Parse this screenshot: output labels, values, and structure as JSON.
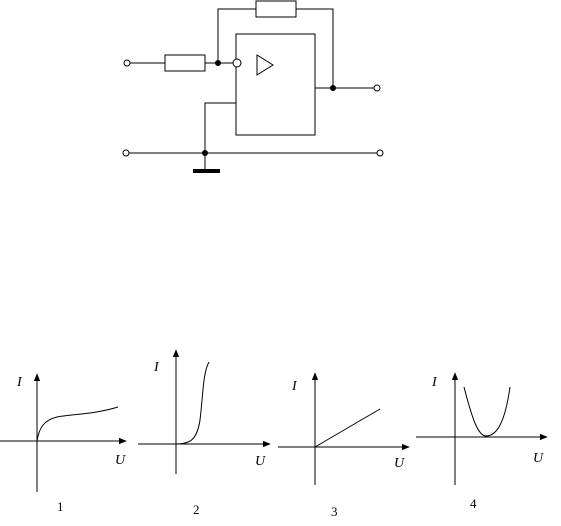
{
  "amplifier_symbol": "triangle-icon",
  "graphs": [
    {
      "id": "1",
      "number": "1",
      "y_label": "I",
      "x_label": "U",
      "shape": "saturating"
    },
    {
      "id": "2",
      "number": "2",
      "y_label": "I",
      "x_label": "U",
      "shape": "sharp-rise"
    },
    {
      "id": "3",
      "number": "3",
      "y_label": "I",
      "x_label": "U",
      "shape": "linear"
    },
    {
      "id": "4",
      "number": "4",
      "y_label": "I",
      "x_label": "U",
      "shape": "u-shaped"
    }
  ]
}
